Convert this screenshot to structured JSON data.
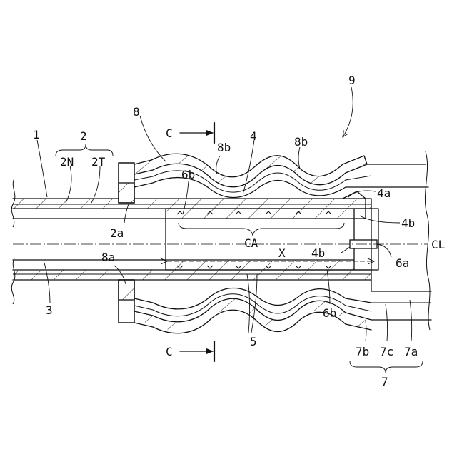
{
  "labels": {
    "l1": "1",
    "l2": "2",
    "l2N": "2N",
    "l2T": "2T",
    "l2a": "2a",
    "l3": "3",
    "l4": "4",
    "l4a": "4a",
    "l4b_top": "4b",
    "l4b_mid": "4b",
    "l5": "5",
    "l6a": "6a",
    "l6b_top": "6b",
    "l6b_bot": "6b",
    "l7": "7",
    "l7a": "7a",
    "l7b": "7b",
    "l7c": "7c",
    "l8": "8",
    "l8a": "8a",
    "l8b_1": "8b",
    "l8b_2": "8b",
    "l9": "9",
    "lCA": "CA",
    "lX": "X",
    "lCL": "CL",
    "lC_top": "C",
    "lC_bot": "C"
  }
}
